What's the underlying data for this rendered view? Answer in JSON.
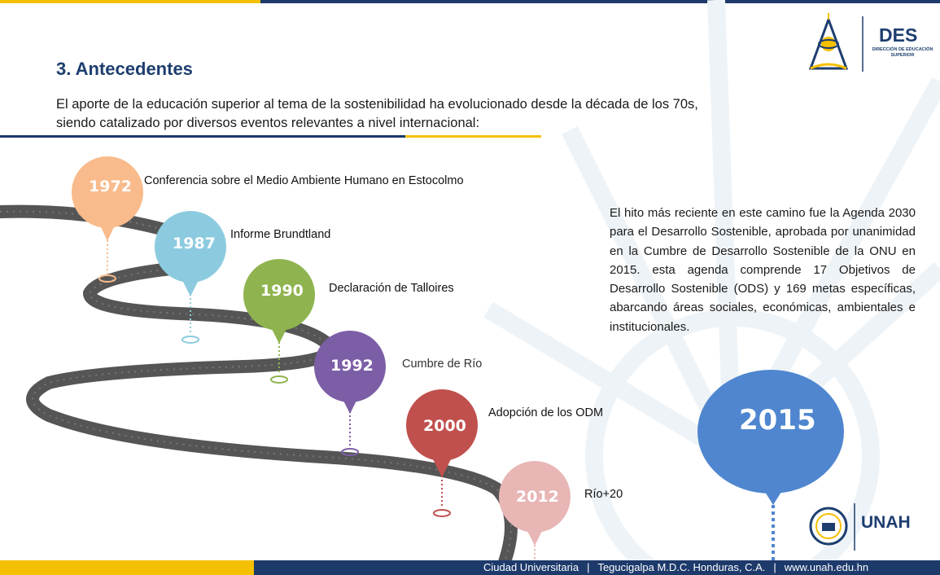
{
  "header": {
    "section_title": "3. Antecedentes",
    "intro_line1": "El aporte de la educación superior al tema de la sostenibilidad ha evolucionado desde la década de los 70s,",
    "intro_line2": "siendo catalizado por diversos eventos relevantes a nivel internacional:"
  },
  "logos": {
    "des_text": "DES",
    "des_subtitle": "DIRECCIÓN DE EDUCACIÓN SUPERIOR",
    "unah_text": "UNAH"
  },
  "timeline": [
    {
      "year": "1972",
      "label": "Conferencia sobre el Medio Ambiente Humano en Estocolmo",
      "color": "#f9bb8b"
    },
    {
      "year": "1987",
      "label": "Informe Brundtland",
      "color": "#8ccbdf"
    },
    {
      "year": "1990",
      "label": "Declaración de Talloires",
      "color": "#8fb44f"
    },
    {
      "year": "1992",
      "label": "Cumbre de Río",
      "color": "#7c5ea6"
    },
    {
      "year": "2000",
      "label": "Adopción de los ODM",
      "color": "#c0504d"
    },
    {
      "year": "2012",
      "label": "Río+20",
      "color": "#e7b6b5"
    }
  ],
  "highlight": {
    "year": "2015",
    "color": "#4f86cf",
    "text": "El hito más reciente en este camino fue la Agenda 2030 para el Desarrollo Sostenible, aprobada por unanimidad en la Cumbre de Desarrollo Sostenible de la ONU en 2015. esta agenda comprende 17 Objetivos de Desarrollo Sostenible (ODS) y 169 metas específicas, abarcando áreas sociales, económicas, ambientales e institucionales."
  },
  "footer": {
    "location": "Ciudad Universitaria",
    "city": "Tegucigalpa M.D.C. Honduras, C.A.",
    "website": "www.unah.edu.hn"
  }
}
